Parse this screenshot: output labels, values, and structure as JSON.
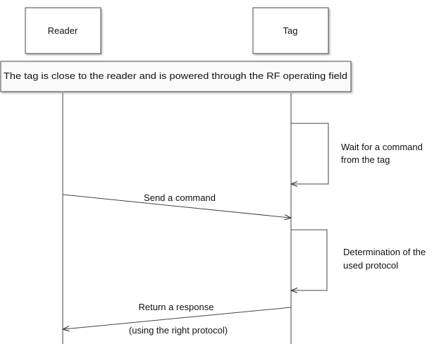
{
  "actors": [
    {
      "id": "reader",
      "label": "Reader"
    },
    {
      "id": "tag",
      "label": "Tag"
    }
  ],
  "note": {
    "text": "The tag is close to the reader and is powered through the RF operating field"
  },
  "messages": [
    {
      "id": "send-command",
      "from": "reader",
      "to": "tag",
      "label": "Send a command",
      "sublabel": ""
    },
    {
      "id": "return-response",
      "from": "tag",
      "to": "reader",
      "label": "Return a response",
      "sublabel": "(using the right protocol)"
    }
  ],
  "self_steps": [
    {
      "id": "wait-command",
      "lines": [
        "Wait for a command",
        "from the tag"
      ]
    },
    {
      "id": "protocol-determination",
      "lines": [
        "Determination of the",
        "used protocol"
      ]
    }
  ],
  "colors": {
    "stroke": "#444444",
    "actor_fill": "#ffffff",
    "note_fill": "#fafafa",
    "text": "#111111"
  }
}
